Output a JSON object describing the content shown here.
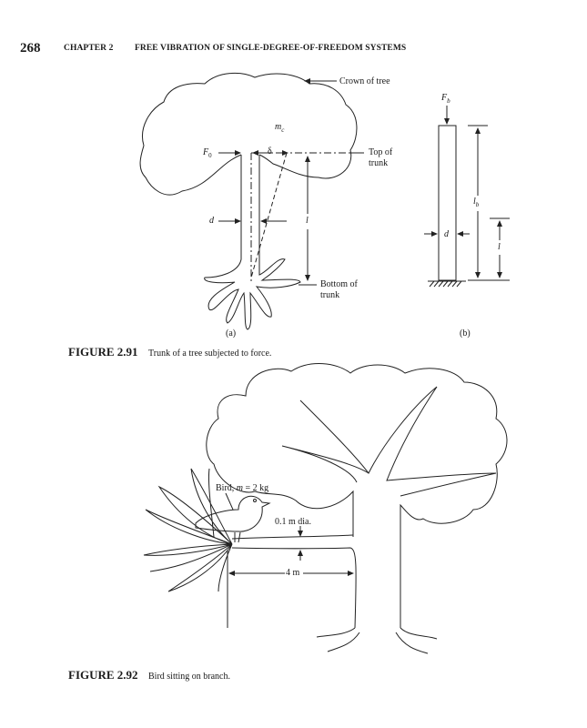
{
  "header": {
    "page_number": "268",
    "chapter": "CHAPTER 2",
    "chapter_title": "FREE VIBRATION OF SINGLE-DEGREE-OF-FREEDOM SYSTEMS"
  },
  "figure_2_91": {
    "labels": {
      "crown": "Crown of tree",
      "mass": "m",
      "mass_sub": "c",
      "force": "F",
      "force_sub": "0",
      "delta": "δ",
      "top_of_trunk_1": "Top of",
      "top_of_trunk_2": "trunk",
      "diameter": "d",
      "length": "l",
      "bottom_of_trunk_1": "Bottom of",
      "bottom_of_trunk_2": "trunk",
      "sub_a": "(a)",
      "force_b": "F",
      "force_b_sub": "b",
      "length_b": "l",
      "length_b_sub": "b",
      "diameter_b": "d",
      "length_l": "l",
      "sub_b": "(b)"
    },
    "caption_number": "FIGURE 2.91",
    "caption_text": "Trunk of a tree subjected to force."
  },
  "figure_2_92": {
    "labels": {
      "bird": "Bird, ",
      "bird_m": "m",
      "bird_val": " = 2 kg",
      "diameter": "0.1 m dia.",
      "length": "4 m"
    },
    "caption_number": "FIGURE 2.92",
    "caption_text": "Bird sitting on branch."
  }
}
